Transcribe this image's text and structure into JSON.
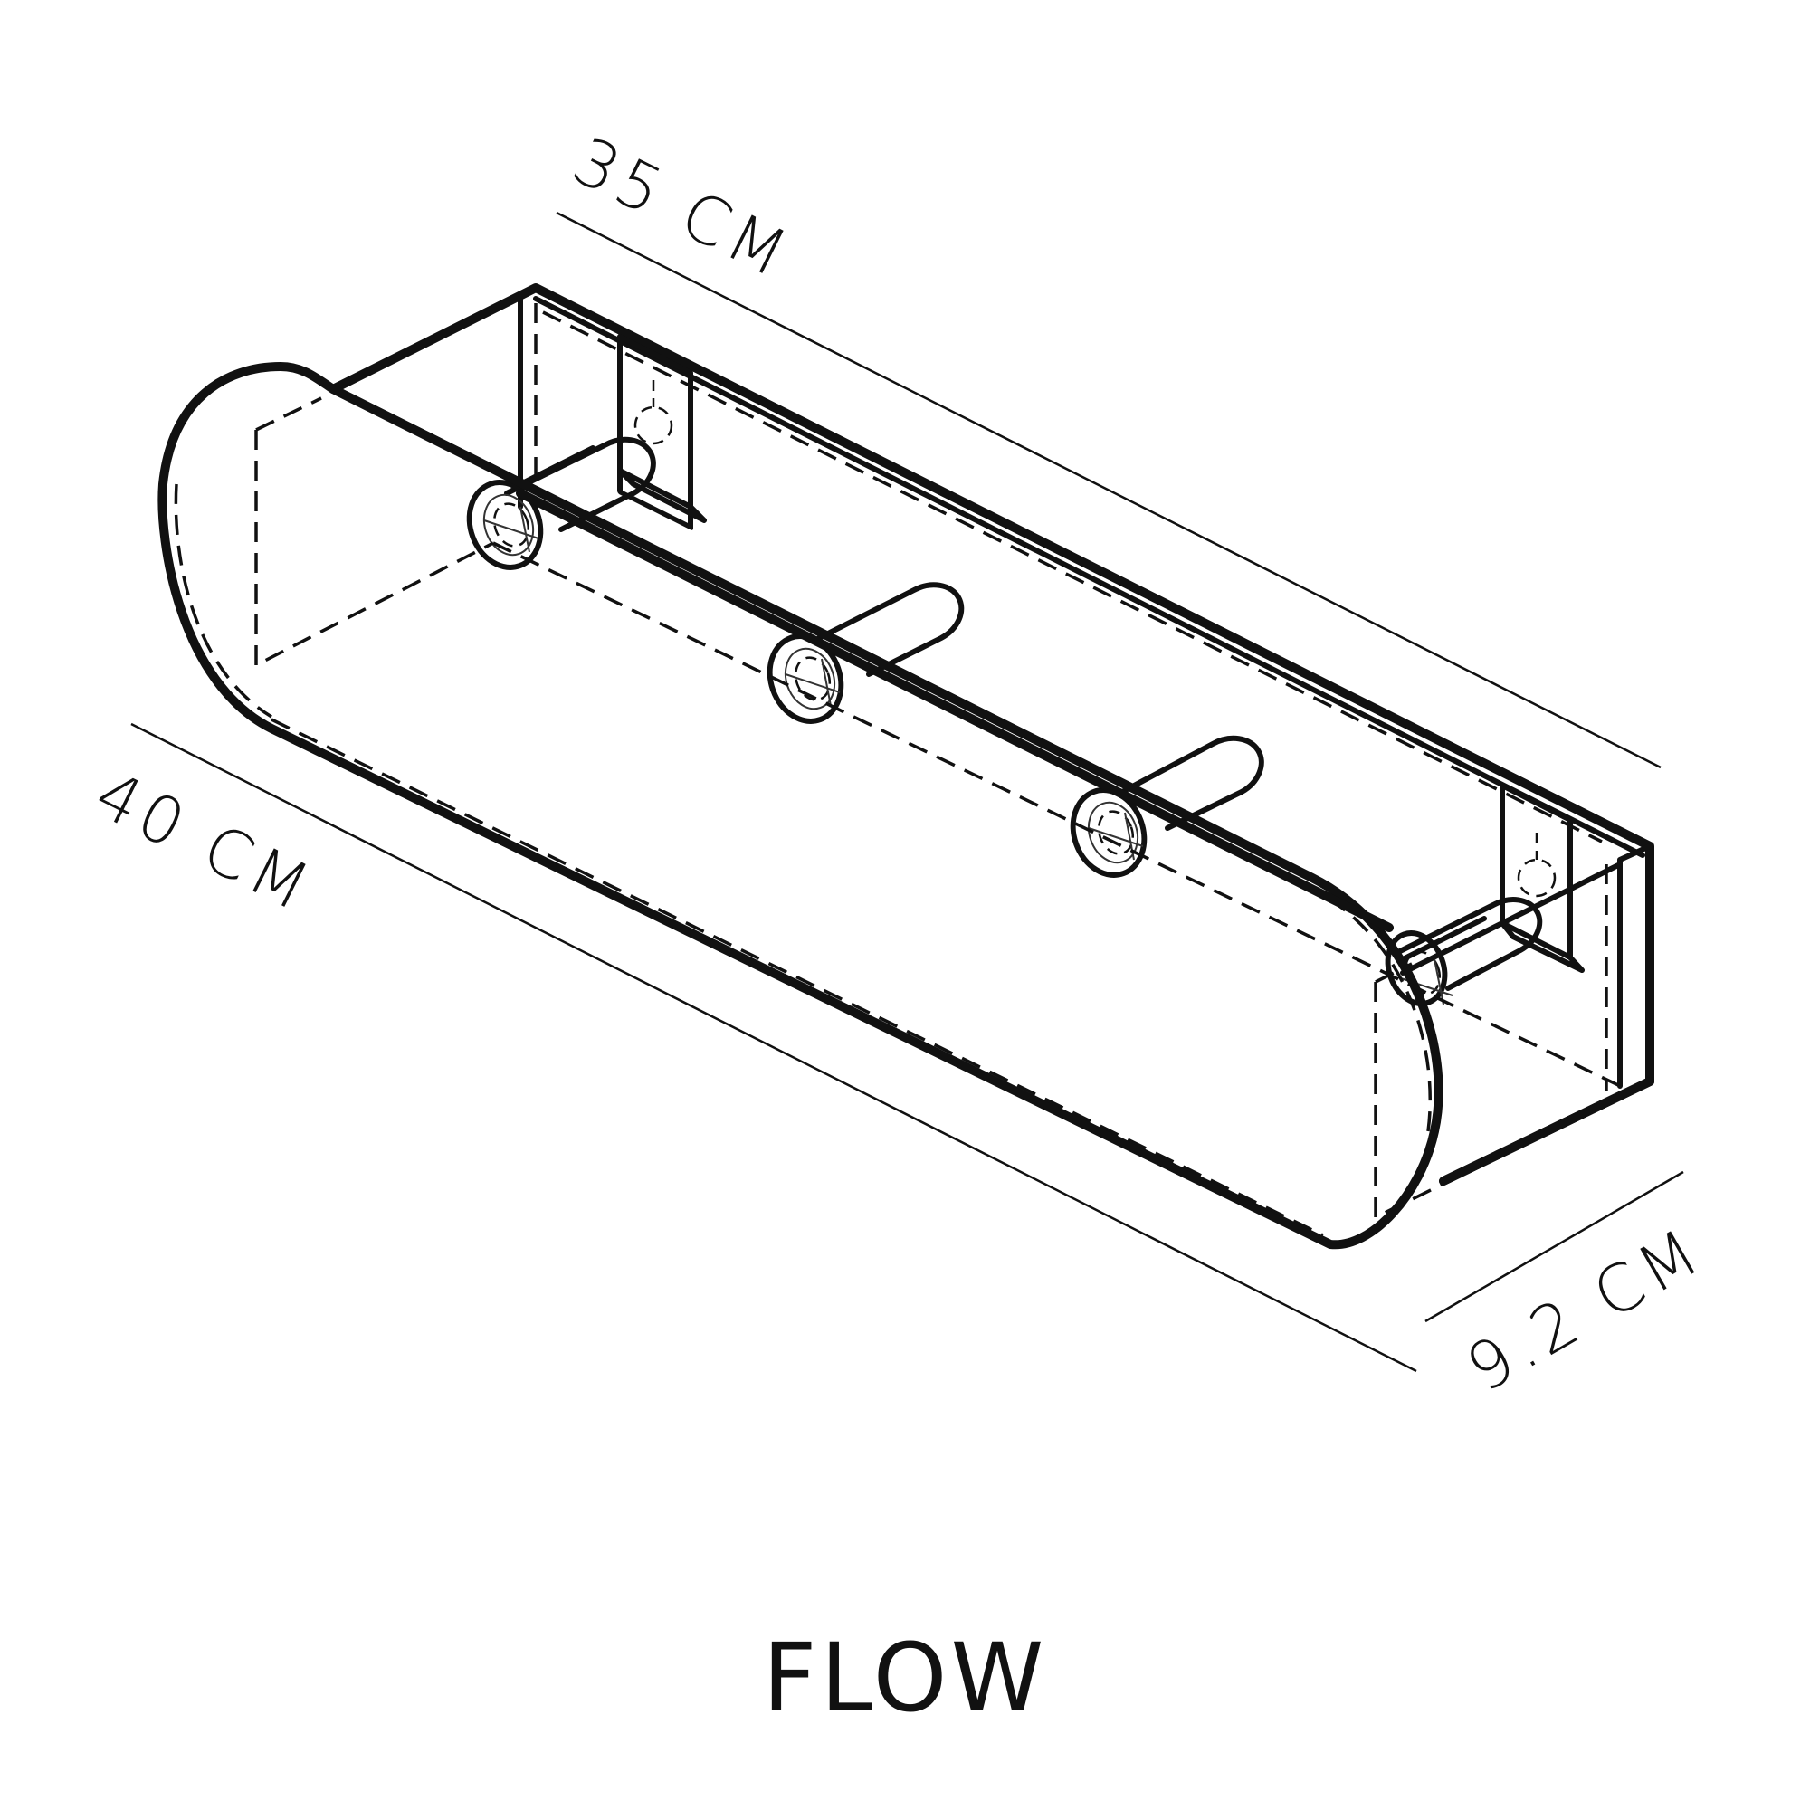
{
  "diagram": {
    "dimensions": {
      "length": "35 CM",
      "width": "40 CM",
      "depth": "9.2 CM"
    },
    "product_name": "FLOW"
  }
}
